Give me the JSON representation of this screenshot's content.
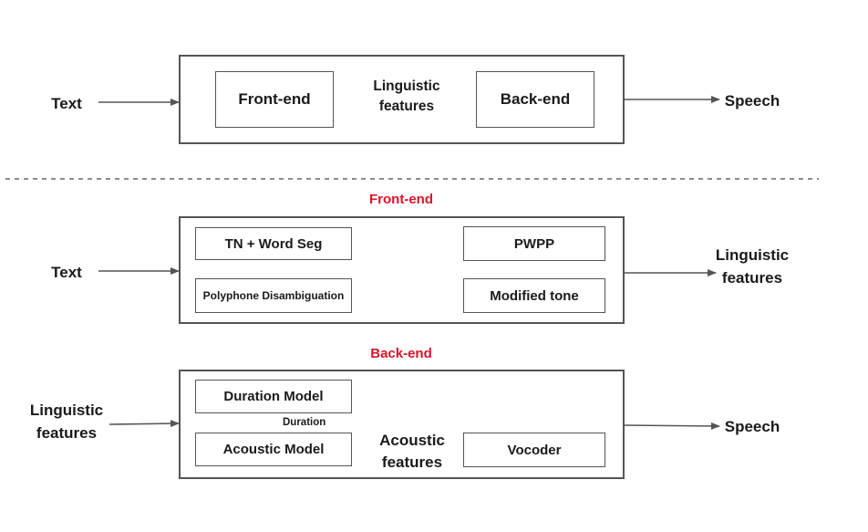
{
  "top": {
    "input": "Text",
    "frontend": "Front-end",
    "backend": "Back-end",
    "link_line1": "Linguistic",
    "link_line2": "features",
    "output": "Speech"
  },
  "frontend_section": {
    "title": "Front-end",
    "input": "Text",
    "tn_word_seg": "TN + Word Seg",
    "pwpp": "PWPP",
    "polyphone": "Polyphone Disambiguation",
    "modified_tone": "Modified tone",
    "output_line1": "Linguistic",
    "output_line2": "features"
  },
  "backend_section": {
    "title": "Back-end",
    "input_line1": "Linguistic",
    "input_line2": "features",
    "duration_model": "Duration Model",
    "duration_label": "Duration",
    "acoustic_model": "Acoustic Model",
    "acoustic_line1": "Acoustic",
    "acoustic_line2": "features",
    "vocoder": "Vocoder",
    "output": "Speech"
  },
  "colors": {
    "accent": "#d9142a",
    "stroke": "#555555",
    "text": "#1a1a1a"
  }
}
